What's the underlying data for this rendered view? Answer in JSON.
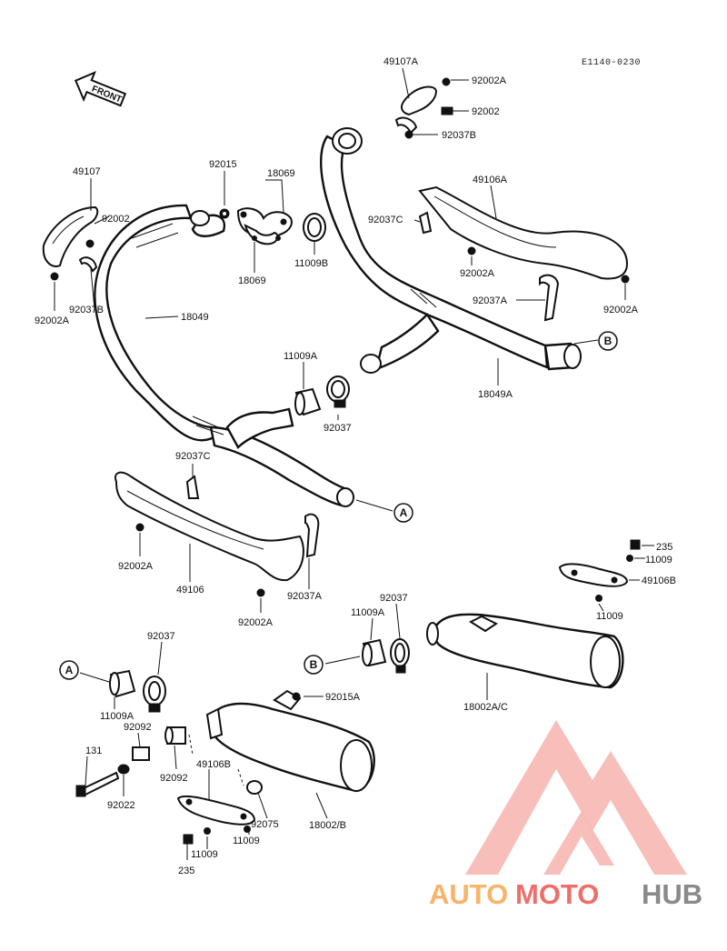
{
  "diagram": {
    "ref_code": "E1140-0230",
    "front_label": "FRONT",
    "labels": {
      "l_49107A": "49107A",
      "l_92002A_top": "92002A",
      "l_92002_top": "92002",
      "l_92037B_top": "92037B",
      "l_49107": "49107",
      "l_92002_left": "92002",
      "l_92037B_left": "92037B",
      "l_92002A_left": "92002A",
      "l_92015": "92015",
      "l_18069_a": "18069",
      "l_18069_b": "18069",
      "l_11009B": "11009B",
      "l_18049": "18049",
      "l_49106A": "49106A",
      "l_92037C_r": "92037C",
      "l_92002A_r1": "92002A",
      "l_92037A_r": "92037A",
      "l_92002A_r2": "92002A",
      "l_11009A_mid": "11009A",
      "l_92037_mid": "92037",
      "l_18049A": "18049A",
      "l_92037C_l": "92037C",
      "l_92002A_l2": "92002A",
      "l_49106": "49106",
      "l_92037A_l": "92037A",
      "l_92002A_l3": "92002A",
      "l_235_r": "235",
      "l_11009_r1": "11009",
      "l_49106B_r": "49106B",
      "l_11009_r2": "11009",
      "l_11009A_r": "11009A",
      "l_92037_r": "92037",
      "l_18002AC": "18002A/C",
      "l_92037_lo": "92037",
      "l_11009A_lo": "11009A",
      "l_92092_a": "92092",
      "l_92092_b": "92092",
      "l_131": "131",
      "l_92022": "92022",
      "l_49106B_lo": "49106B",
      "l_92015A": "92015A",
      "l_92075": "92075",
      "l_18002B": "18002/B",
      "l_11009_lo1": "11009",
      "l_11009_lo2": "11009",
      "l_235_lo": "235"
    },
    "connectors": {
      "a1": "A",
      "a2": "A",
      "b1": "B",
      "b2": "B"
    }
  },
  "watermark": {
    "word_part1": "AUTO",
    "word_part2": "MOTO",
    "word_part3": "HUB",
    "color1": "#f7b46a",
    "color2": "#ee6f6a",
    "color3": "#8a8a8a"
  }
}
